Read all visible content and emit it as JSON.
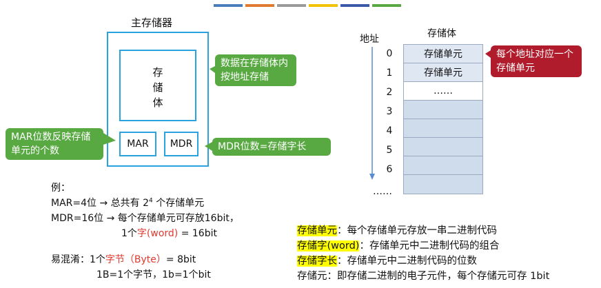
{
  "topbar_colors": [
    "#4a7ebb",
    "#e07a30",
    "#9a9a9a",
    "#f2c200",
    "#3a5aa8",
    "#5aa845"
  ],
  "diagram": {
    "title": "主存储器",
    "storage_body_chars": [
      "存",
      "储",
      "体"
    ],
    "mar_label": "MAR",
    "mdr_label": "MDR"
  },
  "callouts": {
    "storage": "数据在存储体内按地址存储",
    "mar": "MAR位数反映存储单元的个数",
    "mdr": "MDR位数=存储字长",
    "address": "每个地址对应一个存储单元"
  },
  "table": {
    "address_header": "地址",
    "cells_header": "存储体",
    "rows": [
      {
        "addr": "0",
        "text": "存储单元"
      },
      {
        "addr": "1",
        "text": "存储单元"
      },
      {
        "addr": "2",
        "text": "……"
      },
      {
        "addr": "3",
        "text": ""
      },
      {
        "addr": "4",
        "text": ""
      },
      {
        "addr": "5",
        "text": ""
      },
      {
        "addr": "6",
        "text": ""
      },
      {
        "addr": "……",
        "text": ""
      }
    ]
  },
  "example": {
    "label": "例：",
    "line1_prefix": "MAR=4位 → 总共有 2",
    "line1_sup": "4",
    "line1_suffix": " 个存储单元",
    "line2": "MDR=16位 → 每个存储单元可存放16bit，",
    "line3_prefix": "1个",
    "line3_red": "字(word)",
    "line3_suffix": " = 16bit",
    "confuse_prefix": "易混淆：1个",
    "confuse_red": "字节（Byte）",
    "confuse_suffix": "= 8bit",
    "confuse_line2": "1B=1个字节，1b=1个bit"
  },
  "definitions": [
    {
      "term": "存储单元",
      "highlight": true,
      "text": "：每个存储单元存放一串二进制代码"
    },
    {
      "term": "存储字(word)",
      "highlight": true,
      "text": "：存储单元中二进制代码的组合"
    },
    {
      "term": "存储字长",
      "highlight": true,
      "text": "：存储单元中二进制代码的位数"
    },
    {
      "term": "存储元",
      "highlight": false,
      "text": "：即存储二进制的电子元件，每个存储元可存 1bit"
    }
  ]
}
